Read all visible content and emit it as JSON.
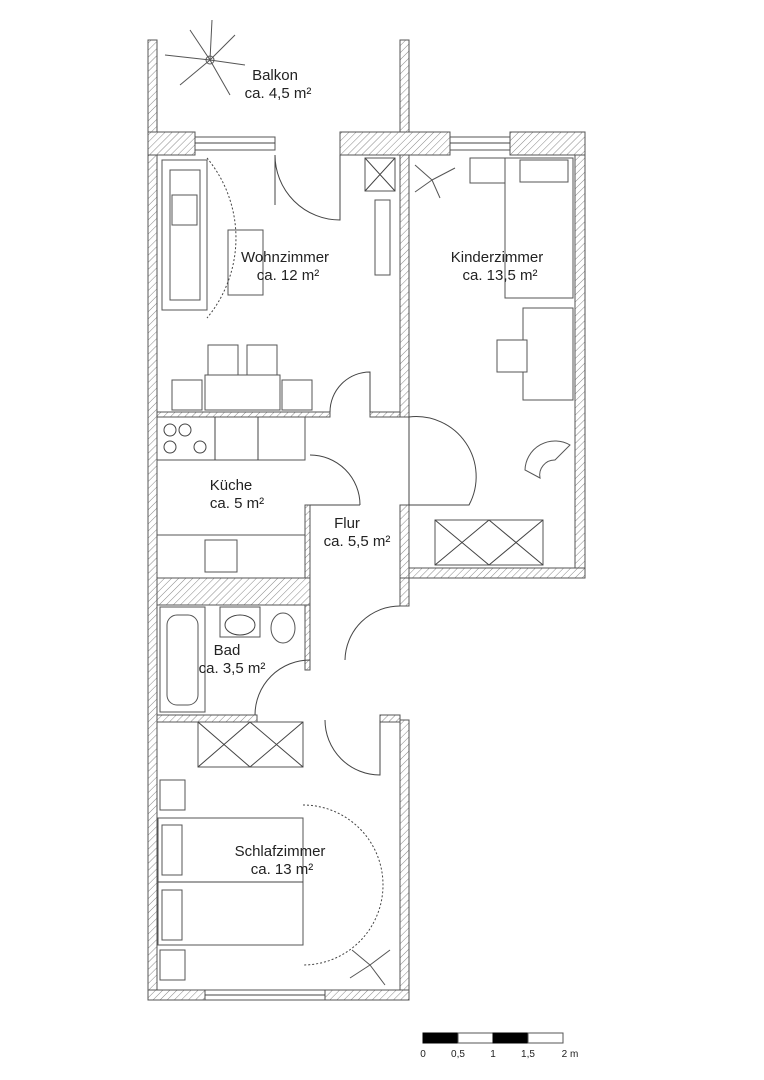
{
  "rooms": [
    {
      "name": "Balkon",
      "area": "ca. 4,5 m²"
    },
    {
      "name": "Wohnzimmer",
      "area": "ca. 12 m²"
    },
    {
      "name": "Kinderzimmer",
      "area": "ca. 13,5 m²"
    },
    {
      "name": "Küche",
      "area": "ca. 5 m²"
    },
    {
      "name": "Flur",
      "area": "ca. 5,5 m²"
    },
    {
      "name": "Bad",
      "area": "ca. 3,5 m²"
    },
    {
      "name": "Schlafzimmer",
      "area": "ca. 13 m²"
    }
  ],
  "scale_bar": {
    "ticks": [
      "0",
      "0,5",
      "1",
      "1,5",
      "2 m"
    ]
  }
}
